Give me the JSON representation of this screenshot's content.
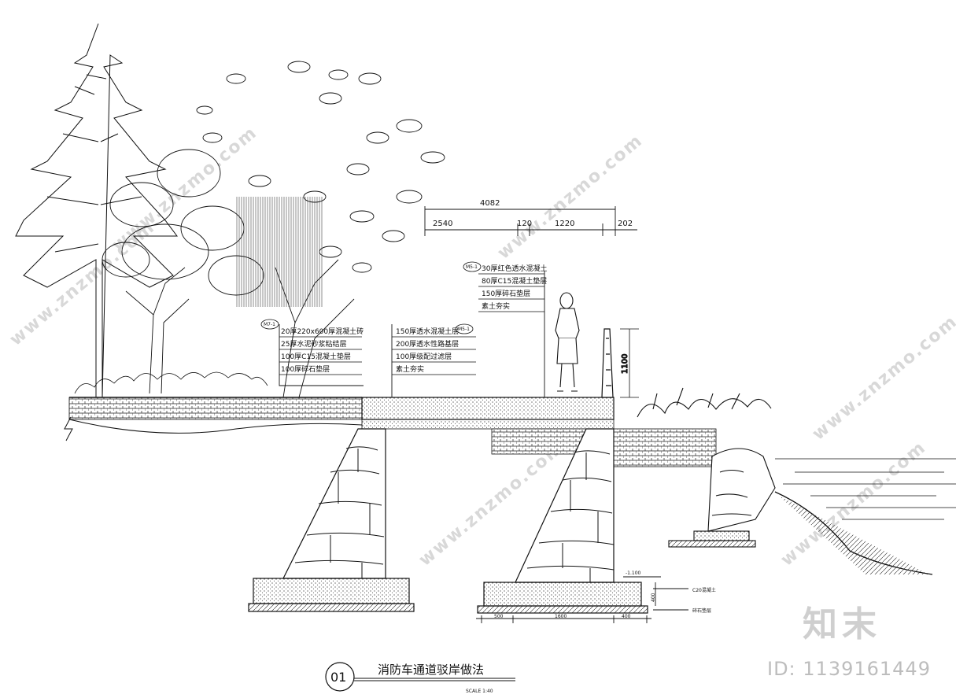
{
  "drawing": {
    "number": "01",
    "title": "消防车通道驳岸做法",
    "scale": "SCALE 1:40"
  },
  "dimensions": {
    "overall": "4082",
    "segments": [
      "2540",
      "120",
      "1220",
      "202"
    ],
    "railing_height": "1100",
    "elevation": "-1.100",
    "foundation_thickness": "400",
    "footing_widths": [
      "500",
      "1600",
      "400"
    ]
  },
  "callouts": {
    "left": {
      "tag": "M7-1",
      "layers": [
        "20厚220x600厚混凝土砖",
        "25厚水泥砂浆粘结层",
        "100厚C15混凝土垫层",
        "100厚碎石垫层"
      ]
    },
    "middle": {
      "tag": "M5-1",
      "layers": [
        "150厚透水混凝土层",
        "200厚透水性路基层",
        "100厚级配过滤层",
        "素土夯实"
      ]
    },
    "upper": {
      "tag": "M5-1",
      "layers": [
        "30厚红色透水混凝土",
        "80厚C15混凝土垫层",
        "150厚碎石垫层",
        "素土夯实"
      ]
    },
    "foundation": {
      "concrete": "C20混凝土",
      "gravel": "碎石垫层"
    }
  },
  "watermark": {
    "text": "www.znzmo.com",
    "brand": "知末",
    "id": "ID: 1139161449"
  },
  "colors": {
    "ink": "#111111",
    "watermark": "#d8d8d8"
  }
}
